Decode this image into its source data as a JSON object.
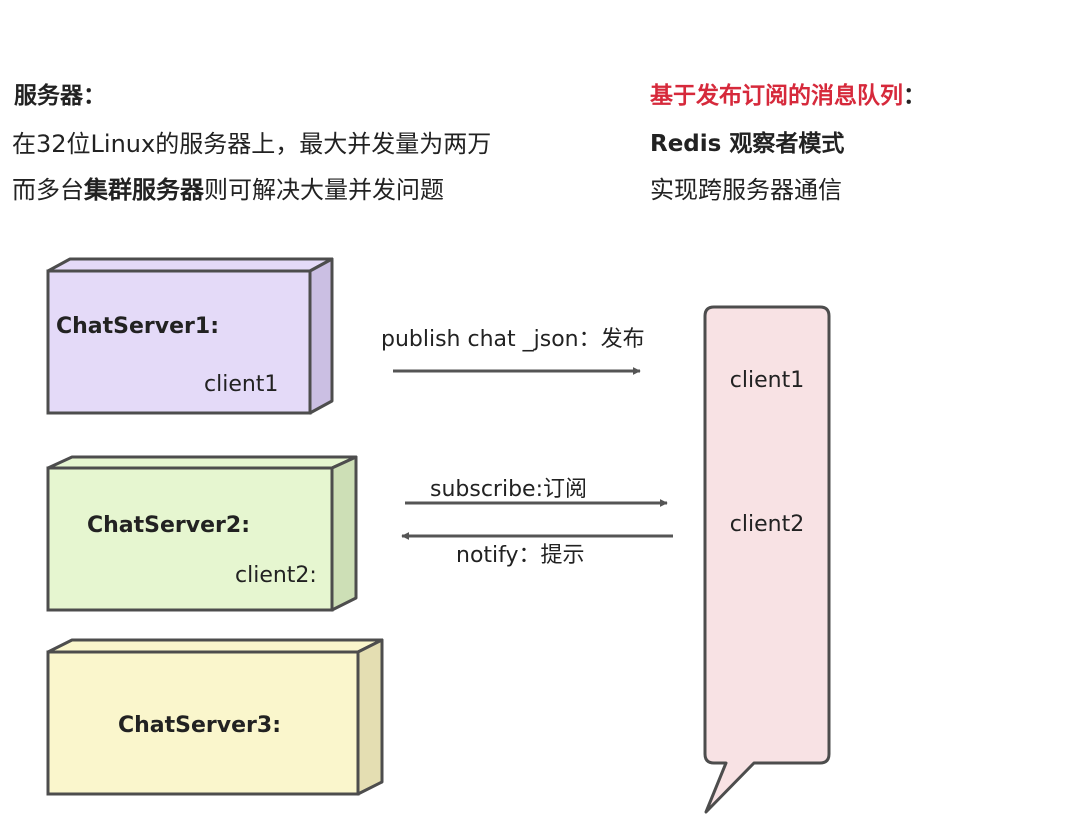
{
  "left": {
    "heading": "服务器：",
    "line1": "在32位Linux的服务器上，最大并发量为两万",
    "line2_pre": "而多台",
    "line2_bold": "集群服务器",
    "line2_post": "则可解决大量并发问题"
  },
  "right": {
    "heading": "基于发布订阅的消息队列",
    "heading_suffix": "：",
    "line1": "Redis 观察者模式",
    "line2": "实现跨服务器通信"
  },
  "servers": [
    {
      "title": "ChatServer1:",
      "client": "client1",
      "face": "#e4daf8",
      "side": "#cbbfe3"
    },
    {
      "title": "ChatServer2:",
      "client": "client2:",
      "face": "#e6f6d0",
      "side": "#cddfb6"
    },
    {
      "title": "ChatServer3:",
      "client": "",
      "face": "#faf6cc",
      "side": "#e4deb2"
    }
  ],
  "arrows": {
    "publish": "publish chat _json：发布",
    "subscribe": "subscribe:订阅",
    "notify": "notify：提示"
  },
  "queue": {
    "fill": "#f8e2e4",
    "clients": [
      "client1",
      "client2"
    ]
  }
}
